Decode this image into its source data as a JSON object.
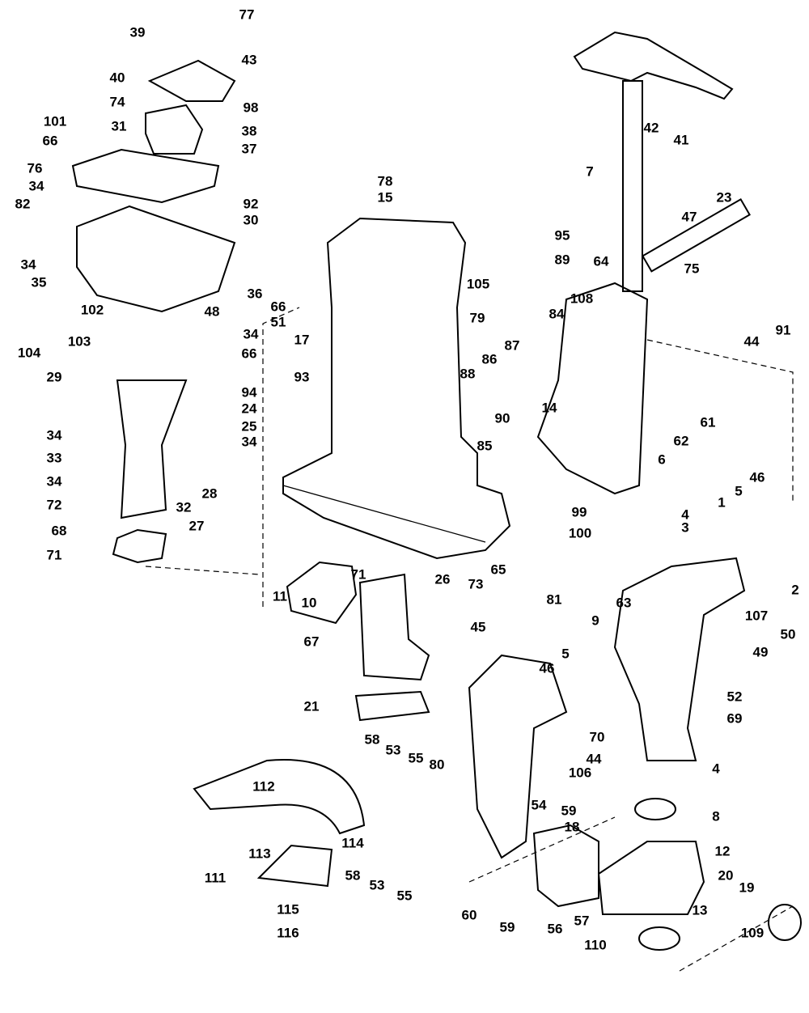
{
  "labels": [
    "39",
    "77",
    "43",
    "40",
    "74",
    "98",
    "101",
    "31",
    "38",
    "66",
    "37",
    "76",
    "34",
    "82",
    "92",
    "30",
    "34",
    "35",
    "36",
    "102",
    "66",
    "48",
    "51",
    "103",
    "104",
    "34",
    "29",
    "66",
    "94",
    "24",
    "25",
    "34",
    "34",
    "33",
    "34",
    "72",
    "28",
    "32",
    "27",
    "68",
    "71",
    "11",
    "10",
    "26",
    "71",
    "67",
    "21",
    "78",
    "15",
    "17",
    "93",
    "105",
    "95",
    "89",
    "79",
    "84",
    "108",
    "64",
    "87",
    "86",
    "88",
    "90",
    "14",
    "85",
    "7",
    "42",
    "41",
    "23",
    "47",
    "75",
    "44",
    "91",
    "61",
    "62",
    "6",
    "46",
    "5",
    "4",
    "1",
    "99",
    "3",
    "100",
    "2",
    "65",
    "73",
    "63",
    "81",
    "9",
    "107",
    "50",
    "45",
    "5",
    "46",
    "49",
    "52",
    "69",
    "70",
    "44",
    "106",
    "4",
    "8",
    "58",
    "53",
    "55",
    "80",
    "112",
    "54",
    "59",
    "18",
    "12",
    "113",
    "114",
    "111",
    "20",
    "19",
    "58",
    "53",
    "55",
    "115",
    "116",
    "13",
    "60",
    "59",
    "56",
    "57",
    "109",
    "110"
  ]
}
